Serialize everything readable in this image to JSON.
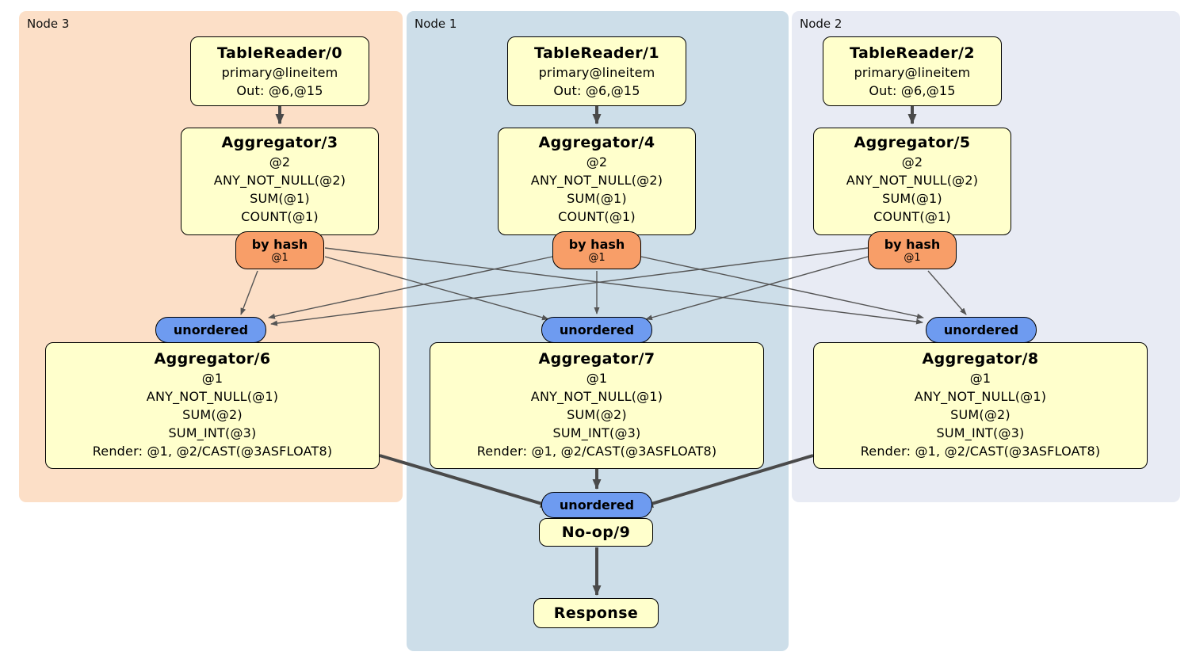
{
  "colors": {
    "canvas-bg": "#ffffff",
    "region-node3-bg": "#fcdfc7",
    "region-node1-bg": "#cddee9",
    "region-node2-bg": "#e8ebf4",
    "processor-bg": "#ffffcc",
    "router-hash-bg": "#f89e68",
    "router-unordered-bg": "#6e9bf0",
    "box-border": "#000000",
    "edge-color": "#4a4a4a",
    "edge-thin-color": "#555555",
    "text-color": "#000000"
  },
  "regions": [
    {
      "label": "Node 3"
    },
    {
      "label": "Node 1"
    },
    {
      "label": "Node 2"
    }
  ],
  "nodes": {
    "tr0": {
      "title": "TableReader/0",
      "lines": [
        "primary@lineitem",
        "Out: @6,@15"
      ]
    },
    "tr1": {
      "title": "TableReader/1",
      "lines": [
        "primary@lineitem",
        "Out: @6,@15"
      ]
    },
    "tr2": {
      "title": "TableReader/2",
      "lines": [
        "primary@lineitem",
        "Out: @6,@15"
      ]
    },
    "agg3": {
      "title": "Aggregator/3",
      "lines": [
        "@2",
        "ANY_NOT_NULL(@2)",
        "SUM(@1)",
        "COUNT(@1)"
      ]
    },
    "agg4": {
      "title": "Aggregator/4",
      "lines": [
        "@2",
        "ANY_NOT_NULL(@2)",
        "SUM(@1)",
        "COUNT(@1)"
      ]
    },
    "agg5": {
      "title": "Aggregator/5",
      "lines": [
        "@2",
        "ANY_NOT_NULL(@2)",
        "SUM(@1)",
        "COUNT(@1)"
      ]
    },
    "agg6": {
      "title": "Aggregator/6",
      "lines": [
        "@1",
        "ANY_NOT_NULL(@1)",
        "SUM(@2)",
        "SUM_INT(@3)",
        "Render: @1, @2/CAST(@3ASFLOAT8)"
      ]
    },
    "agg7": {
      "title": "Aggregator/7",
      "lines": [
        "@1",
        "ANY_NOT_NULL(@1)",
        "SUM(@2)",
        "SUM_INT(@3)",
        "Render: @1, @2/CAST(@3ASFLOAT8)"
      ]
    },
    "agg8": {
      "title": "Aggregator/8",
      "lines": [
        "@1",
        "ANY_NOT_NULL(@1)",
        "SUM(@2)",
        "SUM_INT(@3)",
        "Render: @1, @2/CAST(@3ASFLOAT8)"
      ]
    },
    "noop": {
      "title": "No-op/9"
    },
    "response": {
      "title": "Response"
    }
  },
  "routers": {
    "hash0": {
      "label": "by hash",
      "detail": "@1"
    },
    "hash1": {
      "label": "by hash",
      "detail": "@1"
    },
    "hash2": {
      "label": "by hash",
      "detail": "@1"
    },
    "unordered0": {
      "label": "unordered"
    },
    "unordered1": {
      "label": "unordered"
    },
    "unordered2": {
      "label": "unordered"
    },
    "unordered3": {
      "label": "unordered"
    }
  }
}
